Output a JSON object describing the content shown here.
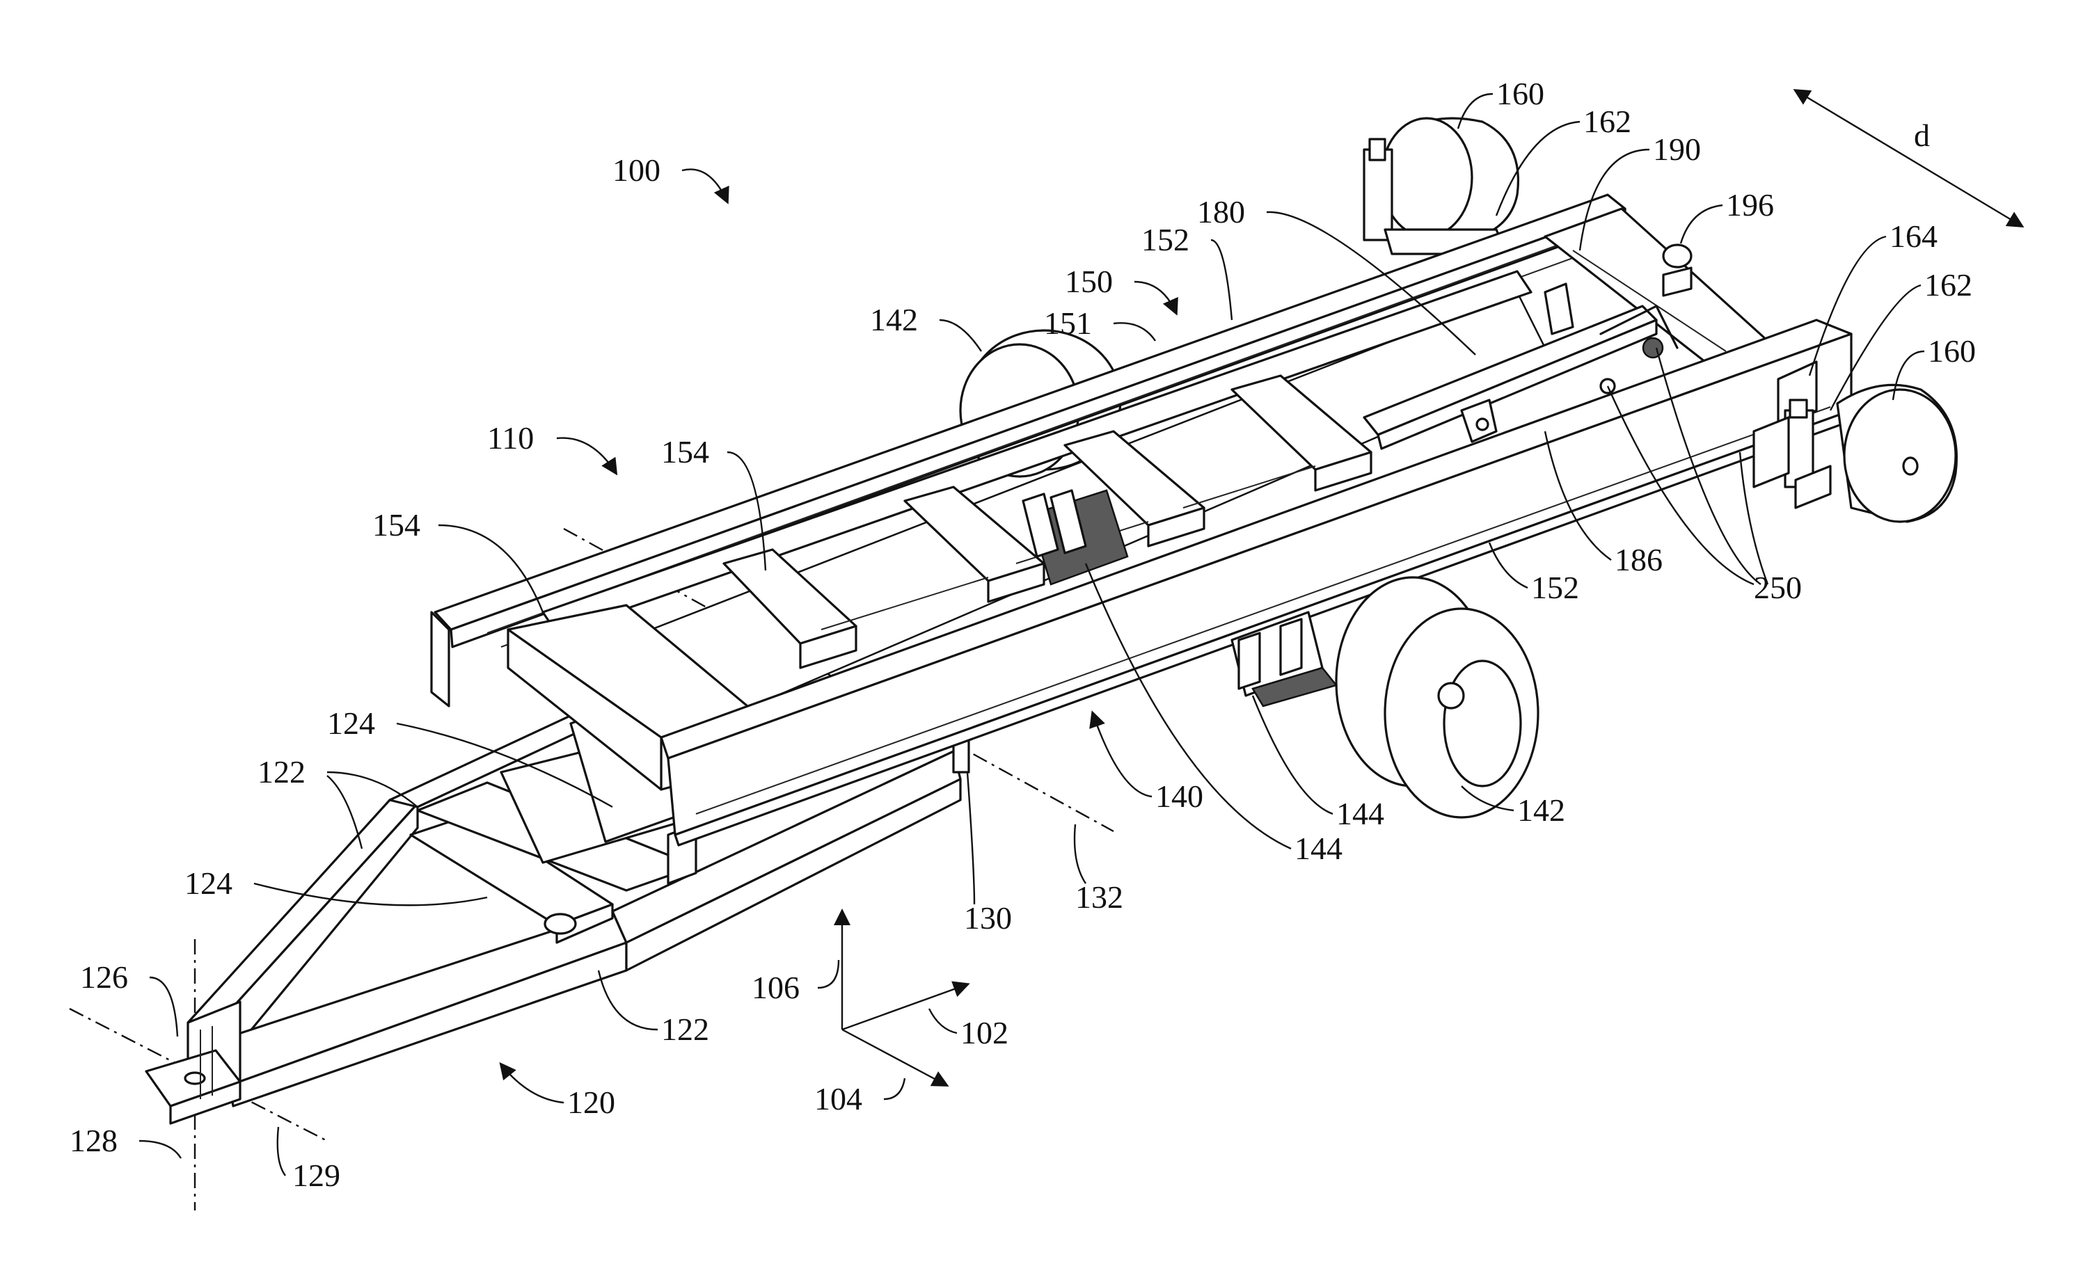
{
  "figure": {
    "reference_numerals": {
      "assembly": "100",
      "main_frame": "110",
      "tongue": "120",
      "tongue_rails": "122",
      "tongue_crossmembers": "124",
      "hitch_plate": "126",
      "vertical_axis": "128",
      "hitch_axis": "129",
      "pivot": "130",
      "pivot_axis": "132",
      "axle_assembly": "140",
      "main_wheels": "142",
      "suspension": "144",
      "bed": "150",
      "bed_edge": "151",
      "bed_rails": "152",
      "bed_crossmembers": "154",
      "rear_wheels": "160",
      "rear_brackets": "162",
      "rear_mount": "164",
      "beam": "180",
      "linkage": "186",
      "rear_plate": "190",
      "ball": "196",
      "actuators": "250",
      "dir_x": "102",
      "dir_y": "104",
      "dir_z": "106",
      "travel": "d"
    }
  }
}
